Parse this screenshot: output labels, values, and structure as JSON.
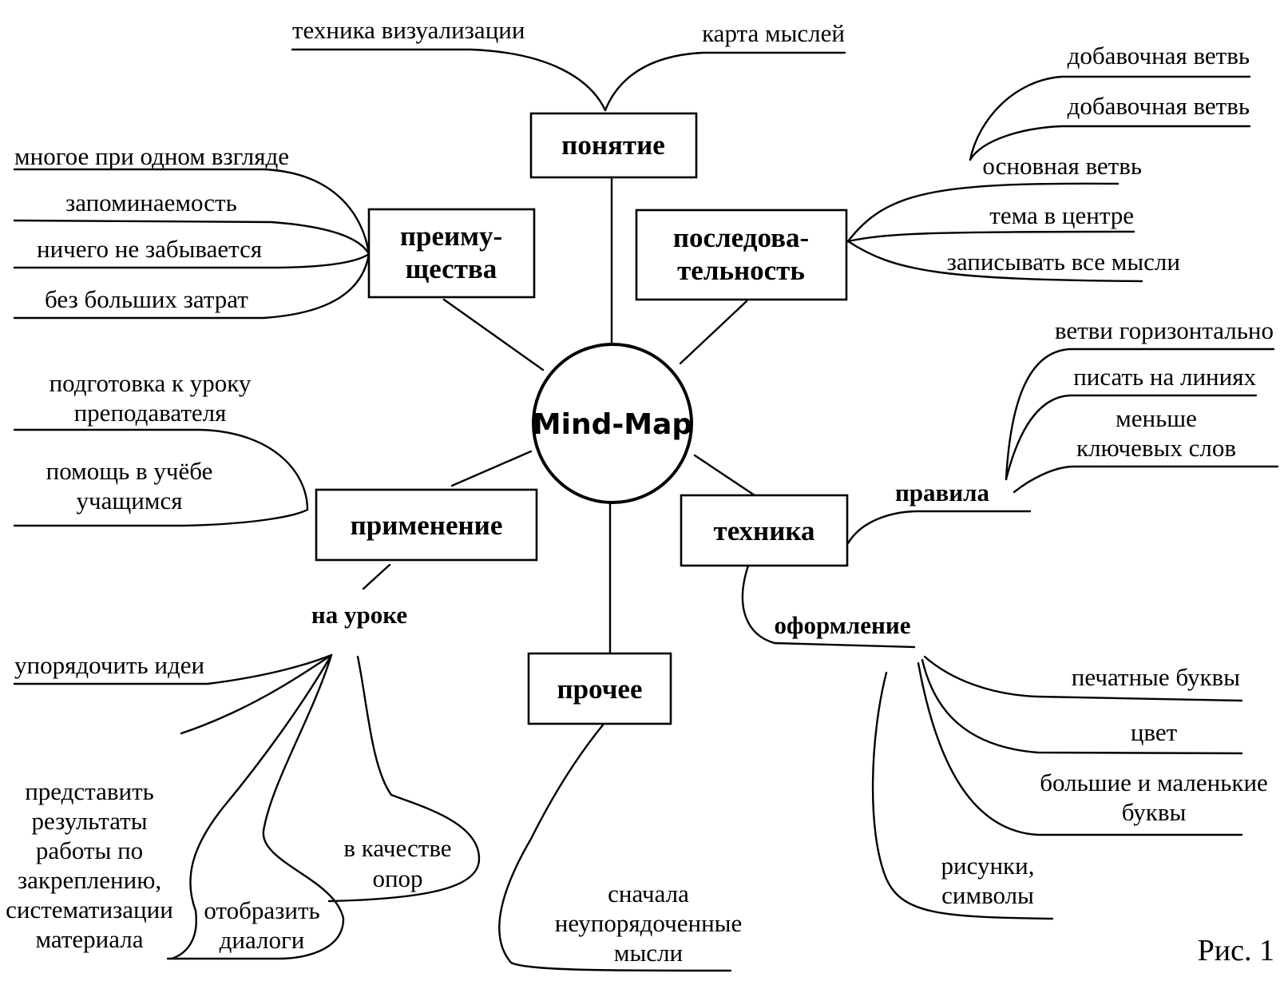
{
  "center": {
    "label": "Mind-Map"
  },
  "caption": "Рис. 1",
  "nodes": {
    "concept": {
      "label": [
        "понятие"
      ],
      "leaves": [
        "техника визуализации",
        "карта мыслей"
      ]
    },
    "advantages": {
      "label": [
        "преиму-",
        "щества"
      ],
      "leaves": [
        "многое при  одном взгляде",
        "запоминаемость",
        "ничего не забывается",
        "без больших затрат"
      ]
    },
    "sequence": {
      "label": [
        "последова-",
        "тельность"
      ],
      "leaves": [
        "основная ветвь",
        "тема в центре",
        "записывать все мысли"
      ],
      "sub_leaves": [
        "добавочная ветвь",
        "добавочная ветвь"
      ]
    },
    "application": {
      "label": [
        "применение"
      ],
      "leaves": [
        [
          "подготовка к уроку",
          "преподавателя"
        ],
        [
          "помощь в учёбе",
          "учащимся"
        ]
      ],
      "sub": {
        "label": "на уроке",
        "leaves": [
          [
            "упорядочить идеи"
          ],
          [
            "представить",
            "результаты",
            "работы по",
            "закреплению,",
            "систематизации",
            "материала"
          ],
          [
            "отобразить",
            "диалоги"
          ],
          [
            "в качестве",
            "опор"
          ]
        ]
      }
    },
    "technique": {
      "label": [
        "техника"
      ],
      "rules": {
        "label": "правила",
        "leaves": [
          [
            "ветви горизонтально"
          ],
          [
            "писать на линиях"
          ],
          [
            "меньше",
            "ключевых слов"
          ]
        ]
      },
      "design": {
        "label": "оформление",
        "leaves": [
          [
            "печатные буквы"
          ],
          [
            "цвет"
          ],
          [
            "большие и маленькие",
            "буквы"
          ],
          [
            "рисунки,",
            "символы"
          ]
        ]
      }
    },
    "other": {
      "label": [
        "прочее"
      ],
      "leaves": [
        [
          "сначала",
          "неупорядоченные",
          "мысли"
        ]
      ]
    }
  }
}
